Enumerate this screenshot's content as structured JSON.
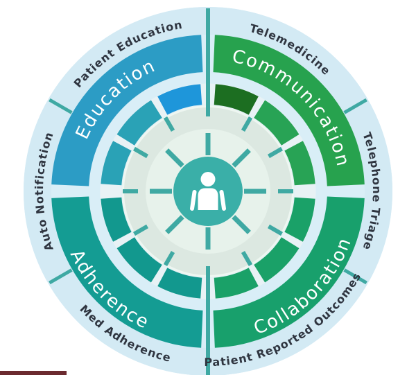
{
  "diagram": {
    "type": "patient-centered-telehealth-wheel",
    "center_icon": "person",
    "quadrants": [
      {
        "id": "communication",
        "label": "Communication",
        "arc_color": "#27A24E",
        "arc_from": 2.5,
        "arc_to": 87.5,
        "label_angle": 45,
        "orientation": "top",
        "segments": [
          {
            "from": 4,
            "to": 28,
            "color": "#28A355"
          },
          {
            "from": 32,
            "to": 58,
            "color": "#28A355"
          },
          {
            "from": 62,
            "to": 86,
            "color": "#1C6E21"
          }
        ]
      },
      {
        "id": "education",
        "label": "Education",
        "arc_color": "#2C9CC5",
        "arc_from": 92.5,
        "arc_to": 177.5,
        "label_angle": 135,
        "orientation": "top",
        "segments": [
          {
            "from": 94,
            "to": 118,
            "color": "#1E96DA"
          },
          {
            "from": 122,
            "to": 148,
            "color": "#2AA2B6"
          },
          {
            "from": 152,
            "to": 176,
            "color": "#2AA2B6"
          }
        ]
      },
      {
        "id": "adherence",
        "label": "Adherence",
        "arc_color": "#149C93",
        "arc_from": 182.5,
        "arc_to": 267.5,
        "label_angle": 225,
        "orientation": "bottom",
        "segments": [
          {
            "from": 184,
            "to": 208,
            "color": "#12988E"
          },
          {
            "from": 212,
            "to": 238,
            "color": "#12988E"
          },
          {
            "from": 242,
            "to": 266,
            "color": "#12988E"
          }
        ]
      },
      {
        "id": "collaboration",
        "label": "Collaboration",
        "arc_color": "#18A06C",
        "arc_from": 272.5,
        "arc_to": 357.5,
        "label_angle": 315,
        "orientation": "bottom",
        "segments": [
          {
            "from": 274,
            "to": 298,
            "color": "#1AA168"
          },
          {
            "from": 302,
            "to": 328,
            "color": "#1AA168"
          },
          {
            "from": 332,
            "to": 356,
            "color": "#1AA168"
          }
        ]
      }
    ],
    "outer_labels": [
      {
        "id": "patient-education",
        "text": "Patient Education",
        "angle": 120,
        "orientation": "top"
      },
      {
        "id": "telemedicine",
        "text": "Telemedicine",
        "angle": 60,
        "orientation": "top"
      },
      {
        "id": "telephone-triage",
        "text": "Telephone Triage",
        "angle": 0,
        "orientation": "top"
      },
      {
        "id": "auto-notification",
        "text": "Auto Notification",
        "angle": 180,
        "orientation": "top"
      },
      {
        "id": "med-adherence",
        "text": "Med Adherence",
        "angle": 240,
        "orientation": "bottom"
      },
      {
        "id": "patient-reported-outcomes",
        "text": "Patient Reported Outcomes",
        "angle": 300,
        "orientation": "bottom"
      }
    ],
    "outer_divider_angles": [
      30,
      150,
      210,
      330
    ],
    "tick_angles": [
      0,
      30,
      60,
      120,
      150,
      180,
      210,
      240,
      300,
      330
    ],
    "spoke_angles": [
      0,
      45,
      90,
      135,
      180,
      225,
      270,
      315
    ],
    "colors": {
      "page_bg": "#FFFFFF",
      "wheel_bg": "#D9EEF7",
      "outer_band": "#D3EAF4",
      "segment_band_bg": "#E8F2F5",
      "rim": "#EEF6F1",
      "sage_ring": "#DCE8E1",
      "mint_ring": "#E7F2EB",
      "hub": "#3AAFA8",
      "line": "#3FA9A3",
      "outer_text": "#2F3540",
      "arc_text": "#FFFFFF",
      "person": "#FFFFFF",
      "edge_bar": "#6B2A2F"
    }
  }
}
